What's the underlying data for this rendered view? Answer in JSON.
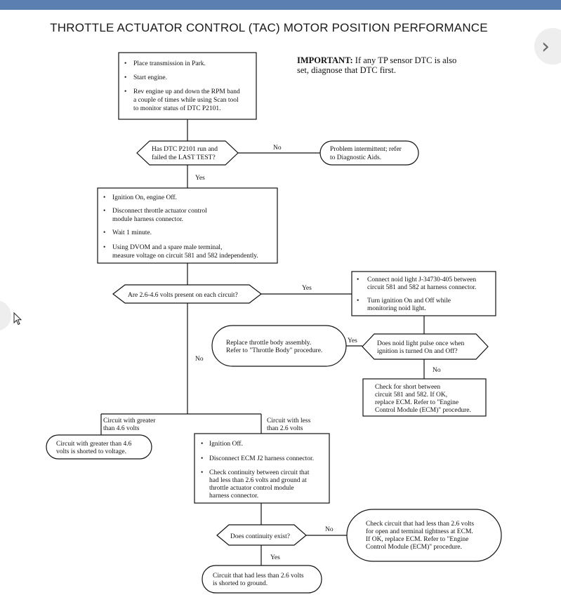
{
  "page": {
    "title": "THROTTLE ACTUATOR CONTROL (TAC) MOTOR POSITION PERFORMANCE"
  },
  "important": {
    "label": "IMPORTANT:",
    "text": "If any TP sensor DTC is also set, diagnose that DTC first."
  },
  "steps": {
    "start": [
      "Place transmission in Park.",
      "Start engine.",
      "Rev engine up and down the RPM band",
      "a couple of times while using Scan tool",
      "to monitor status of DTC P2101."
    ],
    "q1": [
      "Has DTC P2101 run and",
      "failed the LAST TEST?"
    ],
    "intermittent": [
      "Problem intermittent; refer",
      "to Diagnostic Aids."
    ],
    "measure": [
      "Ignition On, engine Off.",
      "Disconnect throttle actuator control",
      "module harness connector.",
      "Wait 1 minute.",
      "Using DVOM and a spare male terminal,",
      "measure voltage on circuit 581 and 582 independently."
    ],
    "q2": "Are 2.6-4.6 volts present on each circuit?",
    "noid": [
      "Connect noid light J-34730-405 between",
      "circuit 581 and 582 at harness connector.",
      "Turn ignition On and Off while",
      "monitoring noid light."
    ],
    "replace_throttle": [
      "Replace throttle body assembly.",
      "Refer to \"Throttle Body\" procedure."
    ],
    "q3": [
      "Does noid light pulse once when",
      "ignition is turned On and Off?"
    ],
    "check_short": [
      "Check for short between",
      "circuit 581 and 582. If OK,",
      "replace ECM. Refer to \"Engine",
      "Control Module (ECM)\" procedure."
    ],
    "branch_greater": [
      "Circuit with greater",
      "than 4.6 volts"
    ],
    "branch_less": [
      "Circuit with less",
      "than 2.6 volts"
    ],
    "shorted_voltage": [
      "Circuit with greater than 4.6",
      "volts is shorted to voltage."
    ],
    "continuity": [
      "Ignition Off.",
      "Disconnect ECM J2 harness connector.",
      "Check continuity between circuit that",
      "had less than 2.6 volts and ground at",
      "throttle actuator control module",
      "harness connector."
    ],
    "q4": "Does continuity exist?",
    "check_open": [
      "Check circuit that had less than 2.6 volts",
      "for open and terminal tightness at ECM.",
      "If OK, replace ECM. Refer to \"Engine",
      "Control Module (ECM)\" procedure."
    ],
    "shorted_ground": [
      "Circuit that had less than 2.6 volts",
      "is shorted to ground."
    ]
  },
  "labels": {
    "yes": "Yes",
    "no": "No"
  },
  "ui": {
    "next_arrow": "›"
  }
}
